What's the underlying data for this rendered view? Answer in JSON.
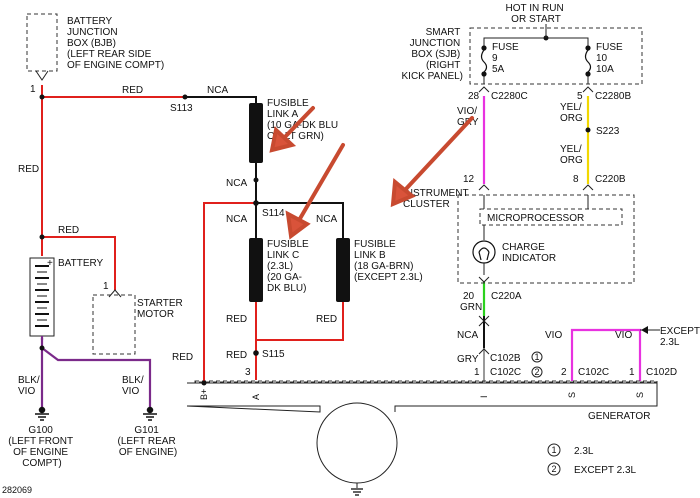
{
  "colors": {
    "red_wire": "#e0201c",
    "violet_wire": "#7b2a8a",
    "pink_wire": "#e832e0",
    "yellow_wire": "#f2d800",
    "green_wire": "#2bd11e",
    "annotation_arrow": "#d9533a"
  },
  "bjb": {
    "lines": [
      "BATTERY",
      "JUNCTION",
      "BOX (BJB)",
      "(LEFT REAR SIDE",
      "OF ENGINE COMPT)"
    ],
    "pin": "1"
  },
  "battery": {
    "label": "BATTERY",
    "plus": "+"
  },
  "starter": {
    "lines": [
      "STARTER",
      "MOTOR"
    ],
    "pin": "1"
  },
  "sjb": {
    "hot_lines": [
      "HOT IN RUN",
      "OR START"
    ],
    "lines": [
      "SMART",
      "JUNCTION",
      "BOX (SJB)",
      "(RIGHT",
      "KICK PANEL)"
    ],
    "fuse9": [
      "FUSE",
      "9",
      "5A"
    ],
    "fuse10": [
      "FUSE",
      "10",
      "10A"
    ]
  },
  "cluster": {
    "lines": [
      "INSTRUMENT",
      "CLUSTER"
    ],
    "micro": "MICROPROCESSOR",
    "charge": [
      "CHARGE",
      "INDICATOR"
    ]
  },
  "fusible_a": [
    "FUSIBLE",
    "LINK A",
    "(10 GA-DK BLU",
    "OR LT GRN)"
  ],
  "fusible_c": [
    "FUSIBLE",
    "LINK C",
    "(2.3L)",
    "(20 GA-",
    "DK BLU)"
  ],
  "fusible_b": [
    "FUSIBLE",
    "LINK B",
    "(18 GA-BRN)",
    "(EXCEPT 2.3L)"
  ],
  "wires": {
    "red": "RED",
    "nca": "NCA",
    "blk_vio": [
      "BLK/",
      "VIO"
    ],
    "vio_gry": [
      "VIO/",
      "GRY"
    ],
    "yel_org": [
      "YEL/",
      "ORG"
    ],
    "grn": "GRN",
    "gry": "GRY",
    "vio": "VIO"
  },
  "splices": {
    "s113": "S113",
    "s114": "S114",
    "s115": "S115",
    "s223": "S223"
  },
  "connectors": {
    "c2280c": "C2280C",
    "c2280b": "C2280B",
    "c220b": "C220B",
    "c220a": "C220A",
    "c102b": "C102B",
    "c102c": "C102C",
    "c102d": "C102D"
  },
  "pins": {
    "p28": "28",
    "p5": "5",
    "p12": "12",
    "p8": "8",
    "p20": "20",
    "p1": "1",
    "p2": "2",
    "p3": "3"
  },
  "except_23l": [
    "EXCEPT",
    "2.3L"
  ],
  "generator": {
    "label": "GENERATOR",
    "terms": [
      "B+",
      "A",
      "I",
      "S",
      "S"
    ]
  },
  "grounds": {
    "g100": [
      "G100",
      "(LEFT FRONT",
      "OF ENGINE",
      "COMPT)"
    ],
    "g101": [
      "G101",
      "(LEFT REAR",
      "OF ENGINE)"
    ]
  },
  "legend": [
    {
      "mark": "1",
      "text": "2.3L"
    },
    {
      "mark": "2",
      "text": "EXCEPT 2.3L"
    }
  ],
  "figure_id": "282069"
}
